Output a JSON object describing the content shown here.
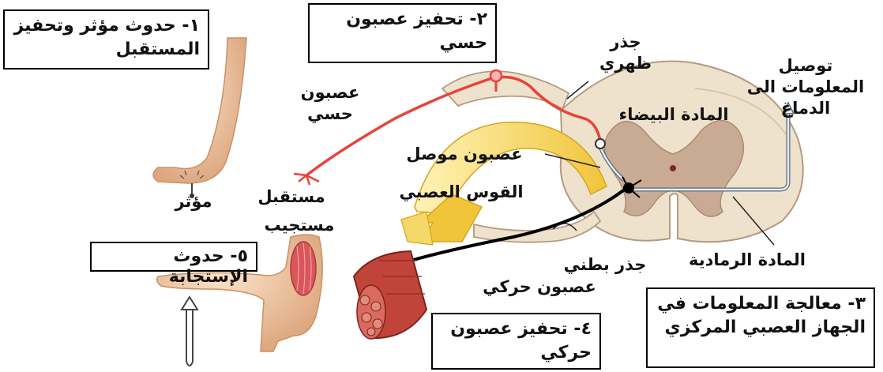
{
  "steps": {
    "s1": "١- حدوث مؤثر وتحفيز المستقبل",
    "s2": "٢- تحفيز عصبون حسي",
    "s3": "٣- معالجة المعلومات في الجهاز العصبي المركزي",
    "s4": "٤- تحفيز عصبون حركي",
    "s5": "٥- حدوث الإستجابة"
  },
  "labels": {
    "dorsal_root": "جذر ظهري",
    "to_brain": "توصيل المعلومات الى الدماغ",
    "white_matter": "المادة البيضاء",
    "sensory_neuron": "عصبون حسي",
    "interneuron": "عصبون موصل",
    "reflex_arc": "القوس العصبي",
    "stimulus": "مؤثر",
    "receptor": "مستقبل",
    "effector": "مستجيب",
    "ventral_root": "جذر بطني",
    "gray_matter": "المادة الرمادية",
    "motor_neuron": "عصبون حركي"
  },
  "colors": {
    "sensory": "#e8433a",
    "motor": "#000000",
    "arc": "#f3d24a",
    "cord_white": "#efe2cc",
    "cord_gray": "#c9ab94",
    "skin": "#f1cba5"
  }
}
